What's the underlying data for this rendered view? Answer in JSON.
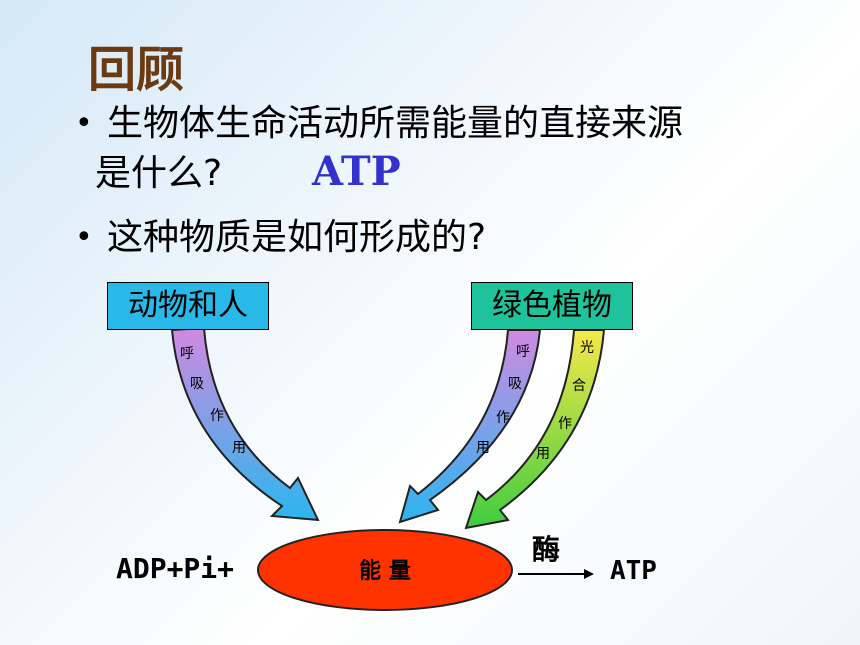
{
  "title": "回顾",
  "questions": [
    {
      "line1": "生物体生命活动所需能量的直接来源",
      "line2": "是什么?"
    },
    {
      "line1": "这种物质是如何形成的?"
    }
  ],
  "answer": "ATP",
  "diagram": {
    "source_left": "动物和人",
    "source_right": "绿色植物",
    "arrow_left_label": [
      "呼",
      "吸",
      "作",
      "用"
    ],
    "arrow_mid_label": [
      "呼",
      "吸",
      "作",
      "用"
    ],
    "arrow_right_label": [
      "光",
      "合",
      "作",
      "用"
    ],
    "energy": "能 量",
    "reactants": "ADP+Pi+",
    "enzyme": "酶",
    "product": "ATP"
  },
  "colors": {
    "title": "#6b3a12",
    "answer": "#3333cc",
    "box_left": "#29b9e9",
    "box_right": "#1ec29b",
    "ellipse": "#ff3300",
    "arrow_resp_top": "#d08ae0",
    "arrow_resp_bottom": "#2bb6ee",
    "arrow_photo_top": "#f6e84a",
    "arrow_photo_bottom": "#3fcc3f"
  }
}
